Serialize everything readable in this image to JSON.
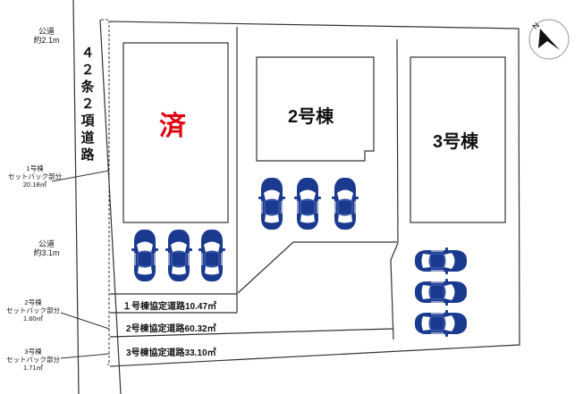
{
  "public_road_top": {
    "line1": "公道",
    "line2": "約2.1m"
  },
  "public_road_mid": {
    "line1": "公道",
    "line2": "約3.1m"
  },
  "road_42": [
    "４",
    "２",
    "条",
    "２",
    "項",
    "道",
    "路"
  ],
  "setback_1": {
    "line1": "1号棟",
    "line2": "セットバック部分",
    "line3": "20.18㎡"
  },
  "setback_2": {
    "line1": "2号棟",
    "line2": "セットバック部分",
    "line3": "1.60㎡"
  },
  "setback_3": {
    "line1": "3号棟",
    "line2": "セットバック部分",
    "line3": "1.71㎡"
  },
  "lot1": {
    "status": "済"
  },
  "lot2": {
    "label": "2号棟"
  },
  "lot3": {
    "label": "3号棟"
  },
  "roads": {
    "road1": "１号棟協定道路10.47㎡",
    "road2": "2号棟協定道路60.32㎡",
    "road3": "3号棟協定道路33.10㎡"
  },
  "compass": {
    "label": "N"
  },
  "colors": {
    "car": "#1a3a8f",
    "sold": "#e00010",
    "line": "#333333"
  }
}
